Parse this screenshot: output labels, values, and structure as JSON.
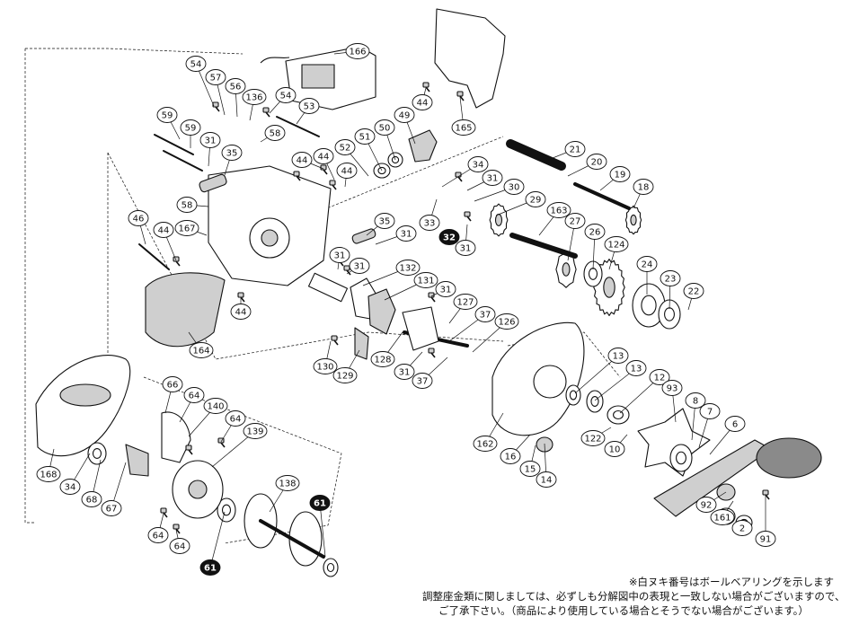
{
  "notes": {
    "ball_bearing": "※白ヌキ番号はボールベアリングを示します",
    "adjust_line1": "調整座金類に関しましては、必ずしも分解図中の表現と一致しない場合がございますので、",
    "adjust_line2": "ご了承下さい。（商品により使用している場合とそうでない場合がございます。）"
  },
  "labels": [
    {
      "id": "166",
      "dark": false
    },
    {
      "id": "54",
      "dark": false
    },
    {
      "id": "57",
      "dark": false
    },
    {
      "id": "56",
      "dark": false
    },
    {
      "id": "136",
      "dark": false
    },
    {
      "id": "54",
      "dark": false
    },
    {
      "id": "53",
      "dark": false
    },
    {
      "id": "59",
      "dark": false
    },
    {
      "id": "59",
      "dark": false
    },
    {
      "id": "31",
      "dark": false
    },
    {
      "id": "35",
      "dark": false
    },
    {
      "id": "58",
      "dark": false
    },
    {
      "id": "44",
      "dark": false
    },
    {
      "id": "44",
      "dark": false
    },
    {
      "id": "44",
      "dark": false
    },
    {
      "id": "44",
      "dark": false
    },
    {
      "id": "165",
      "dark": false
    },
    {
      "id": "49",
      "dark": false
    },
    {
      "id": "50",
      "dark": false
    },
    {
      "id": "51",
      "dark": false
    },
    {
      "id": "52",
      "dark": false
    },
    {
      "id": "58",
      "dark": false
    },
    {
      "id": "44",
      "dark": false
    },
    {
      "id": "167",
      "dark": false
    },
    {
      "id": "46",
      "dark": false
    },
    {
      "id": "35",
      "dark": false
    },
    {
      "id": "31",
      "dark": false
    },
    {
      "id": "31",
      "dark": false
    },
    {
      "id": "31",
      "dark": false
    },
    {
      "id": "44",
      "dark": false
    },
    {
      "id": "164",
      "dark": false
    },
    {
      "id": "34",
      "dark": false
    },
    {
      "id": "31",
      "dark": false
    },
    {
      "id": "30",
      "dark": false
    },
    {
      "id": "29",
      "dark": false
    },
    {
      "id": "33",
      "dark": false
    },
    {
      "id": "32",
      "dark": true
    },
    {
      "id": "31",
      "dark": false
    },
    {
      "id": "163",
      "dark": false
    },
    {
      "id": "21",
      "dark": false
    },
    {
      "id": "20",
      "dark": false
    },
    {
      "id": "19",
      "dark": false
    },
    {
      "id": "18",
      "dark": false
    },
    {
      "id": "27",
      "dark": false
    },
    {
      "id": "26",
      "dark": false
    },
    {
      "id": "124",
      "dark": false
    },
    {
      "id": "24",
      "dark": false
    },
    {
      "id": "23",
      "dark": false
    },
    {
      "id": "22",
      "dark": false
    },
    {
      "id": "132",
      "dark": false
    },
    {
      "id": "131",
      "dark": false
    },
    {
      "id": "31",
      "dark": false
    },
    {
      "id": "127",
      "dark": false
    },
    {
      "id": "37",
      "dark": false
    },
    {
      "id": "126",
      "dark": false
    },
    {
      "id": "130",
      "dark": false
    },
    {
      "id": "129",
      "dark": false
    },
    {
      "id": "128",
      "dark": false
    },
    {
      "id": "31",
      "dark": false
    },
    {
      "id": "37",
      "dark": false
    },
    {
      "id": "13",
      "dark": false
    },
    {
      "id": "13",
      "dark": false
    },
    {
      "id": "12",
      "dark": false
    },
    {
      "id": "93",
      "dark": false
    },
    {
      "id": "8",
      "dark": false
    },
    {
      "id": "7",
      "dark": false
    },
    {
      "id": "6",
      "dark": false
    },
    {
      "id": "122",
      "dark": false
    },
    {
      "id": "10",
      "dark": false
    },
    {
      "id": "162",
      "dark": false
    },
    {
      "id": "16",
      "dark": false
    },
    {
      "id": "15",
      "dark": false
    },
    {
      "id": "14",
      "dark": false
    },
    {
      "id": "92",
      "dark": false
    },
    {
      "id": "161",
      "dark": false
    },
    {
      "id": "2",
      "dark": false
    },
    {
      "id": "91",
      "dark": false
    },
    {
      "id": "66",
      "dark": false
    },
    {
      "id": "64",
      "dark": false
    },
    {
      "id": "140",
      "dark": false
    },
    {
      "id": "64",
      "dark": false
    },
    {
      "id": "139",
      "dark": false
    },
    {
      "id": "168",
      "dark": false
    },
    {
      "id": "34",
      "dark": false
    },
    {
      "id": "68",
      "dark": false
    },
    {
      "id": "67",
      "dark": false
    },
    {
      "id": "64",
      "dark": false
    },
    {
      "id": "64",
      "dark": false
    },
    {
      "id": "61",
      "dark": true
    },
    {
      "id": "138",
      "dark": false
    },
    {
      "id": "61",
      "dark": true
    }
  ],
  "colors": {
    "line": "#111111",
    "fill": "#ffffff",
    "shade": "#cfcfcf",
    "shade_dark": "#8a8a8a",
    "label_dark": "#111111"
  }
}
